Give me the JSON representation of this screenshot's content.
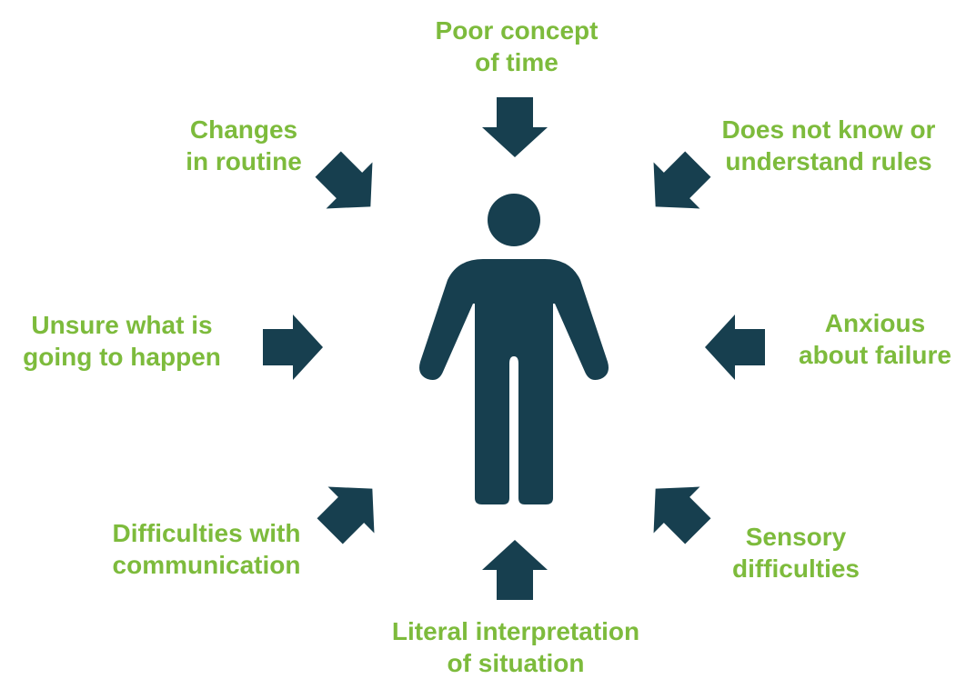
{
  "colors": {
    "label": "#7dbb3c",
    "figure": "#173f4f",
    "background": "#ffffff"
  },
  "figure": {
    "icon": "person-icon"
  },
  "factors": [
    {
      "id": "top",
      "lines": [
        "Poor concept",
        "of time"
      ],
      "arrow": "arrow-down-icon"
    },
    {
      "id": "top-left",
      "lines": [
        "Changes",
        "in routine"
      ],
      "arrow": "arrow-down-right-icon"
    },
    {
      "id": "top-right",
      "lines": [
        "Does not know or",
        "understand rules"
      ],
      "arrow": "arrow-down-left-icon"
    },
    {
      "id": "left",
      "lines": [
        "Unsure what is",
        "going to happen"
      ],
      "arrow": "arrow-right-icon"
    },
    {
      "id": "right",
      "lines": [
        "Anxious",
        "about failure"
      ],
      "arrow": "arrow-left-icon"
    },
    {
      "id": "bottom-left",
      "lines": [
        "Difficulties with",
        "communication"
      ],
      "arrow": "arrow-up-right-icon"
    },
    {
      "id": "bottom-right",
      "lines": [
        "Sensory",
        "difficulties"
      ],
      "arrow": "arrow-up-left-icon"
    },
    {
      "id": "bottom",
      "lines": [
        "Literal interpretation",
        "of situation"
      ],
      "arrow": "arrow-up-icon"
    }
  ]
}
